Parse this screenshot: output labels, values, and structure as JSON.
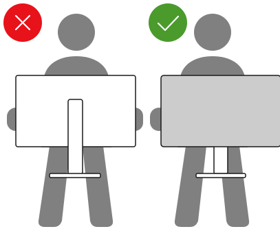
{
  "panels": [
    {
      "verdict": "incorrect",
      "badge_icon": "x-icon",
      "badge_color": "#e8121a",
      "monitor_facing": "screen-away-from-person",
      "screen_fill": "#ffffff"
    },
    {
      "verdict": "correct",
      "badge_icon": "checkmark-icon",
      "badge_color": "#4a9a2c",
      "monitor_facing": "screen-toward-person",
      "screen_fill": "#cccccc"
    }
  ],
  "colors": {
    "person": "#808080",
    "outline": "#1a1a1a",
    "background": "#ffffff"
  }
}
